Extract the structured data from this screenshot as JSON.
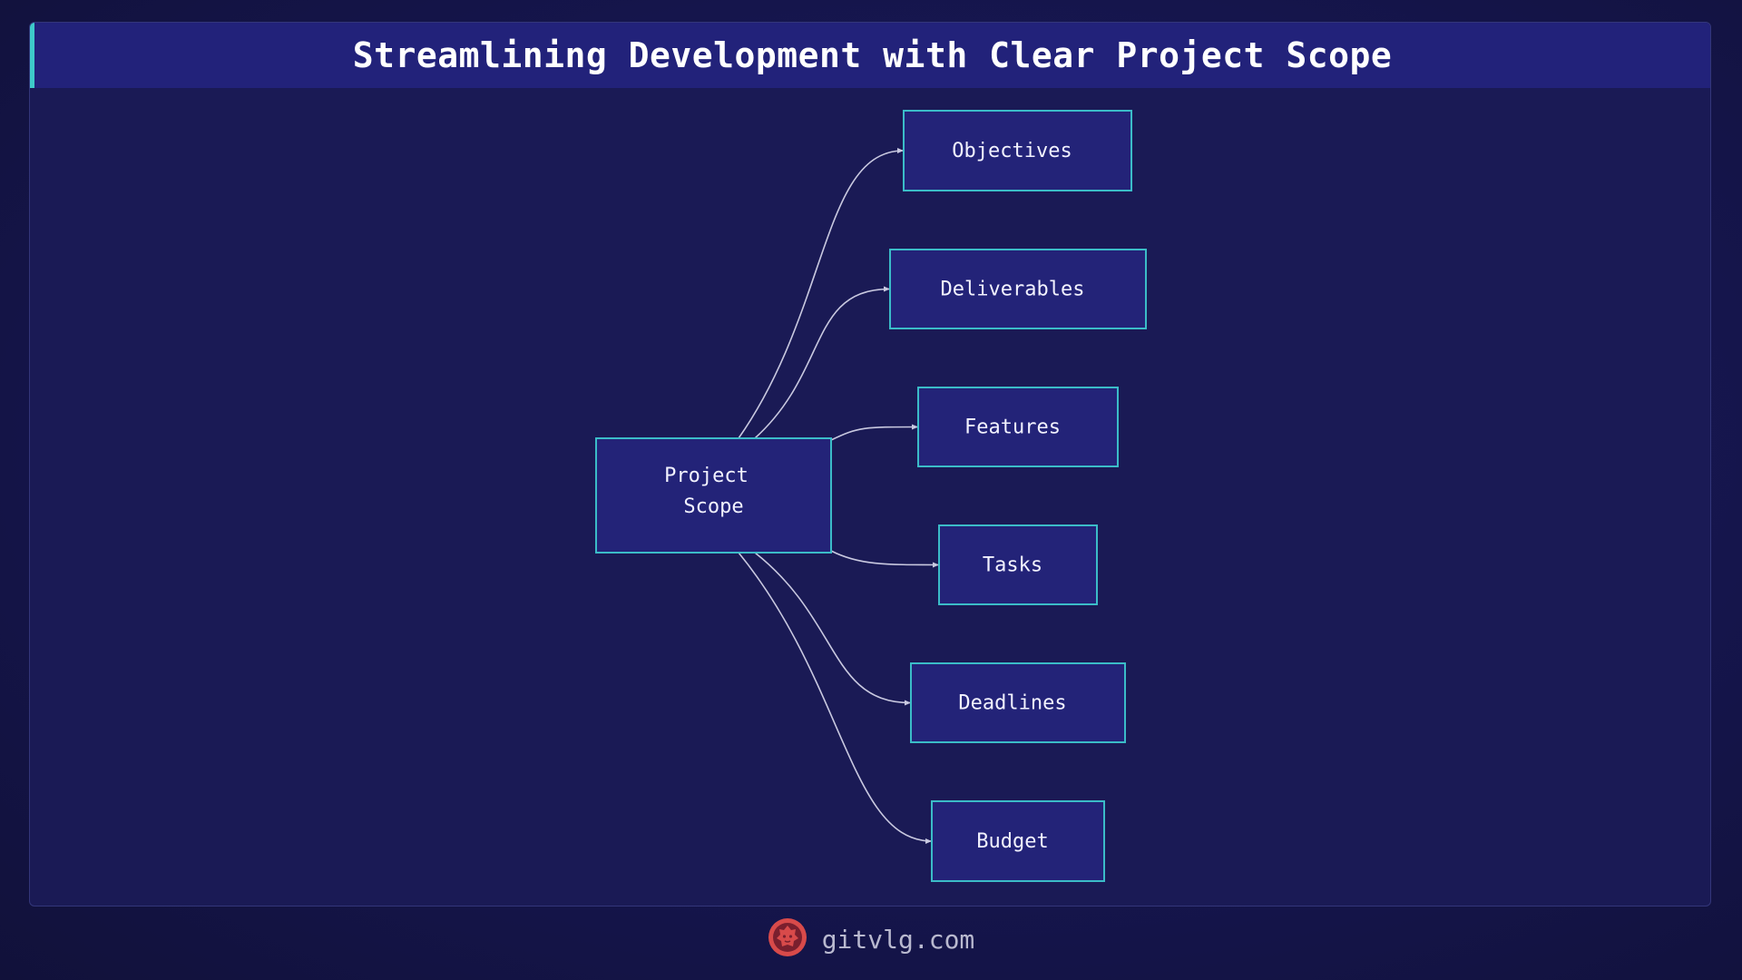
{
  "title": "Streamlining Development with Clear Project Scope",
  "root": {
    "id": "scope",
    "lines": [
      "Project",
      "Scope"
    ]
  },
  "children": [
    {
      "id": "objectives",
      "label": "Objectives"
    },
    {
      "id": "deliverables",
      "label": "Deliverables"
    },
    {
      "id": "features",
      "label": "Features"
    },
    {
      "id": "tasks",
      "label": "Tasks"
    },
    {
      "id": "deadlines",
      "label": "Deadlines"
    },
    {
      "id": "budget",
      "label": "Budget"
    }
  ],
  "footer": {
    "text": "gitvlg.com",
    "logo_icon": "lion-logo-icon"
  },
  "colors": {
    "background": "#161650",
    "panel": "#1a1a55",
    "title_bar": "#22227a",
    "accent": "#3ec9c9",
    "node_fill": "#232378",
    "node_border": "#3bbcc8",
    "edge": "#c9c9e0",
    "logo": "#d84a4a"
  }
}
